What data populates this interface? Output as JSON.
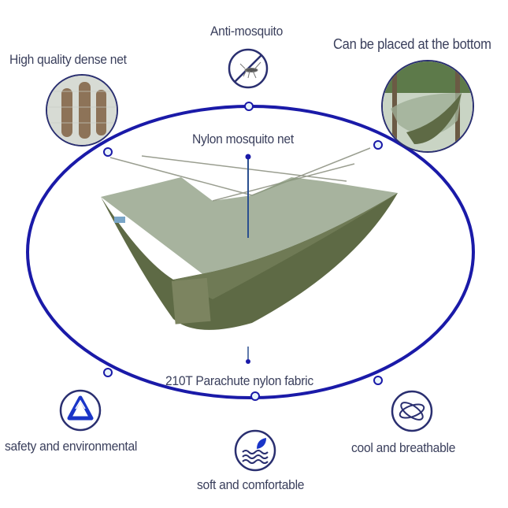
{
  "labels": {
    "dense_net": "High quality dense net",
    "anti_mosquito": "Anti-mosquito",
    "bottom": "Can be placed at the bottom",
    "nylon_net": "Nylon mosquito net",
    "fabric": "210T Parachute nylon fabric",
    "safety": "safety and environmental",
    "soft": "soft and comfortable",
    "cool": "cool and breathable"
  },
  "colors": {
    "accent": "#1a1aa8",
    "text": "#3a3f5c",
    "olive": "#5e6a45",
    "net": "#8a9a7e"
  },
  "icons": [
    "no-mosquito-icon",
    "recycle-icon",
    "water-leaf-icon",
    "breathable-icon"
  ]
}
